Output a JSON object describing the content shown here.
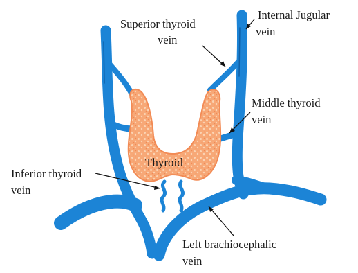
{
  "labels": {
    "superior_thyroid": [
      "Superior thyroid",
      "vein"
    ],
    "internal_jugular": [
      "Internal Jugular",
      "vein"
    ],
    "middle_thyroid": [
      "Middle thyroid",
      "vein"
    ],
    "inferior_thyroid": [
      "Inferior thyroid",
      "vein"
    ],
    "left_brachiocephalic": [
      "Left brachiocephalic",
      "vein"
    ],
    "thyroid": "Thyroid"
  },
  "colors": {
    "vein": "#1c84d6",
    "vein_shadow": "#0f5fa6",
    "thyroid_fill": "#f7a877",
    "thyroid_outline": "#f28b55",
    "thyroid_texture": "#fbd3b3"
  }
}
